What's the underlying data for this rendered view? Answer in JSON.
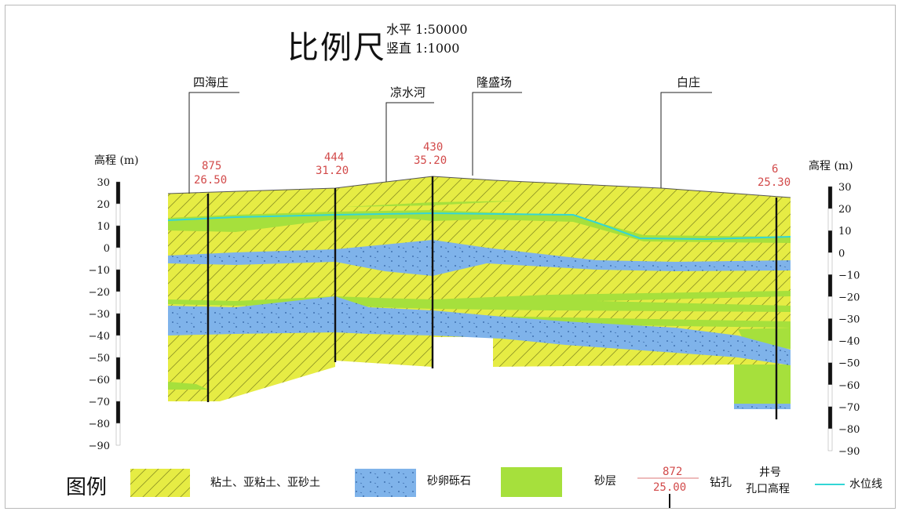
{
  "scale": {
    "title": "比例尺",
    "horizontal": "水平 1:50000",
    "vertical": "竖直 1:1000"
  },
  "axes": {
    "left_title": "高程 (m)",
    "right_title": "高程 (m)",
    "ticks": [
      30,
      20,
      10,
      0,
      -10,
      -20,
      -30,
      -40,
      -50,
      -60,
      -70,
      -80,
      -90
    ],
    "unit": "m"
  },
  "locations": [
    {
      "name": "四海庄"
    },
    {
      "name": "凉水河"
    },
    {
      "name": "隆盛场"
    },
    {
      "name": "白庄"
    }
  ],
  "wells": [
    {
      "id": "875",
      "elevation": "26.50"
    },
    {
      "id": "444",
      "elevation": "31.20"
    },
    {
      "id": "430",
      "elevation": "35.20"
    },
    {
      "id": "6",
      "elevation": "25.30"
    }
  ],
  "legend": {
    "title": "图例",
    "items": [
      {
        "key": "clay",
        "label": "粘土、亚粘土、亚砂土",
        "color": "#e6ec44"
      },
      {
        "key": "gravel",
        "label": "砂卵砾石",
        "color": "#7fb3ea"
      },
      {
        "key": "sand",
        "label": "砂层",
        "color": "#a6e03c"
      }
    ],
    "well_sample": {
      "id": "872",
      "elevation": "25.00",
      "label": "钻孔"
    },
    "well_caption": {
      "line1": "井号",
      "line2": "孔口高程"
    },
    "water_line": {
      "label": "水位线",
      "color": "#33d6d6"
    }
  },
  "colors": {
    "clay": "#e6ec44",
    "gravel": "#7fb3ea",
    "sand": "#a6e03c",
    "water": "#33d6d6",
    "well_label": "#d24a4a"
  }
}
